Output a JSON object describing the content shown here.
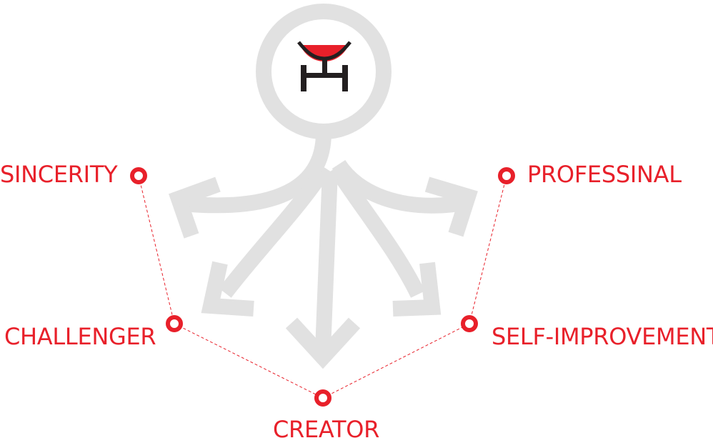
{
  "colors": {
    "accent": "#e8202a",
    "arrow_gray": "#e1e1e1",
    "logo_dark": "#231f20",
    "logo_red": "#e8202a",
    "background": "#ffffff"
  },
  "logo": {
    "icon": "brand-logo-icon"
  },
  "labels": {
    "sincerity": "SINCERITY",
    "professinal": "PROFESSINAL",
    "challenger": "CHALLENGER",
    "self_improvement": "SELF-IMPROVEMENT",
    "creator": "CREATOR"
  }
}
